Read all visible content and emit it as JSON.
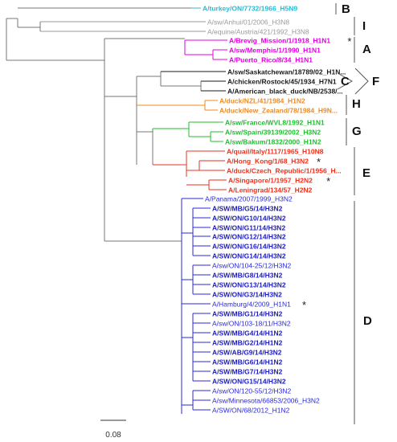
{
  "colors": {
    "cyan": "#2fb8cf",
    "gray": "#9a9a9a",
    "magenta": "#e000e0",
    "black": "#1a1a1a",
    "orange": "#f08a1e",
    "green": "#1fbf2f",
    "red": "#e8331f",
    "blue": "#2a2ad8",
    "darkblue": "#1c1cb8",
    "branch": "#777777"
  },
  "taxa": [
    {
      "label": "A/turkey/ON/7732/1966_H5N9",
      "color": "cyan",
      "bold": true,
      "star": false
    },
    {
      "label": "A/sw/Anhui/01/2006_H3N8",
      "color": "gray",
      "bold": false,
      "star": false
    },
    {
      "label": "A/equine/Austria/421/1992_H3N8",
      "color": "gray",
      "bold": false,
      "star": false
    },
    {
      "label": "A/Brevig_Mission/1/1918_H1N1",
      "color": "magenta",
      "bold": true,
      "star": true
    },
    {
      "label": "A/sw/Memphis/1/1990_H1N1",
      "color": "magenta",
      "bold": true,
      "star": false
    },
    {
      "label": "A/Puerto_Rico/8/34_H1N1",
      "color": "magenta",
      "bold": true,
      "star": false
    },
    {
      "label": "A/sw/Saskatchewan/18789/02_H1N...",
      "color": "black",
      "bold": true,
      "star": false
    },
    {
      "label": "A/chicken/Rostock/45/1934_H7N1",
      "color": "black",
      "bold": true,
      "star": false
    },
    {
      "label": "A/American_black_duck/NB/2538/...",
      "color": "black",
      "bold": true,
      "star": false
    },
    {
      "label": "A/duck/NZL/41/1984_H1N2",
      "color": "orange",
      "bold": true,
      "star": false
    },
    {
      "label": "A/duck/New_Zealand/78/1984_H9N...",
      "color": "orange",
      "bold": true,
      "star": false
    },
    {
      "label": "A/sw/France/WVL8/1992_H1N1",
      "color": "green",
      "bold": true,
      "star": false
    },
    {
      "label": "A/sw/Spain/39139/2002_H3N2",
      "color": "green",
      "bold": true,
      "star": false
    },
    {
      "label": "A/sw/Bakum/1832/2000_H1N2",
      "color": "green",
      "bold": true,
      "star": false
    },
    {
      "label": "A/quail/Italy/1117/1965_H10N8",
      "color": "red",
      "bold": true,
      "star": false
    },
    {
      "label": "A/Hong_Kong/1/68_H3N2",
      "color": "red",
      "bold": true,
      "star": true
    },
    {
      "label": "A/duck/Czech_Republic/1/1956_H...",
      "color": "red",
      "bold": true,
      "star": false
    },
    {
      "label": "A/Singapore/1/1957_H2N2",
      "color": "red",
      "bold": true,
      "star": true
    },
    {
      "label": "A/Leningrad/134/57_H2N2",
      "color": "red",
      "bold": true,
      "star": false
    },
    {
      "label": "A/Panama/2007/1999_H3N2",
      "color": "blue",
      "bold": false,
      "star": false
    },
    {
      "label": "A/SW/MB/G5/14/H3N2",
      "color": "darkblue",
      "bold": true,
      "star": false
    },
    {
      "label": "A/SW/ON/G10/14/H3N2",
      "color": "darkblue",
      "bold": true,
      "star": false
    },
    {
      "label": "A/SW/ON/G11/14/H3N2",
      "color": "darkblue",
      "bold": true,
      "star": false
    },
    {
      "label": "A/SW/ON/G12/14/H3N2",
      "color": "darkblue",
      "bold": true,
      "star": false
    },
    {
      "label": "A/SW/ON/G16/14/H3N2",
      "color": "darkblue",
      "bold": true,
      "star": false
    },
    {
      "label": "A/SW/ON/G14/14/H3N2",
      "color": "darkblue",
      "bold": true,
      "star": false
    },
    {
      "label": "A/sw/ON/104-25/12/H3N2",
      "color": "blue",
      "bold": false,
      "star": false
    },
    {
      "label": "A/SW/MB/G8/14/H3N2",
      "color": "darkblue",
      "bold": true,
      "star": false
    },
    {
      "label": "A/SW/ON/G13/14/H3N2",
      "color": "darkblue",
      "bold": true,
      "star": false
    },
    {
      "label": "A/SW/ON/G3/14/H3N2",
      "color": "darkblue",
      "bold": true,
      "star": false
    },
    {
      "label": "A/Hamburg/4/2009_H1N1",
      "color": "blue",
      "bold": false,
      "star": true
    },
    {
      "label": "A/SW/MB/G1/14/H3N2",
      "color": "darkblue",
      "bold": true,
      "star": false
    },
    {
      "label": "A/sw/ON/103-18/11/H3N2",
      "color": "blue",
      "bold": false,
      "star": false
    },
    {
      "label": "A/SW/MB/G4/14/H1N2",
      "color": "darkblue",
      "bold": true,
      "star": false
    },
    {
      "label": "A/SW/MB/G2/14/H1N2",
      "color": "darkblue",
      "bold": true,
      "star": false
    },
    {
      "label": "A/SW/AB/G9/14/H3N2",
      "color": "darkblue",
      "bold": true,
      "star": false
    },
    {
      "label": "A/SW/MB/G6/14/H1N2",
      "color": "darkblue",
      "bold": true,
      "star": false
    },
    {
      "label": "A/SW/MB/G7/14/H3N2",
      "color": "darkblue",
      "bold": true,
      "star": false
    },
    {
      "label": "A/SW/ON/G15/14/H3N2",
      "color": "darkblue",
      "bold": true,
      "star": false
    },
    {
      "label": "A/sw/ON/120-55/12/H3N2",
      "color": "blue",
      "bold": false,
      "star": false
    },
    {
      "label": "A/sw/Minnesota/66853/2006_H3N2",
      "color": "blue",
      "bold": false,
      "star": false
    },
    {
      "label": "A/SW/ON/68/2012_H1N2",
      "color": "blue",
      "bold": false,
      "star": false
    }
  ],
  "groups": [
    {
      "letter": "B"
    },
    {
      "letter": "I"
    },
    {
      "letter": "A"
    },
    {
      "letter": "C"
    },
    {
      "letter": "F"
    },
    {
      "letter": "H"
    },
    {
      "letter": "G"
    },
    {
      "letter": "E"
    },
    {
      "letter": "D"
    }
  ],
  "scale": {
    "label": "0.08"
  },
  "star_symbol": "*"
}
